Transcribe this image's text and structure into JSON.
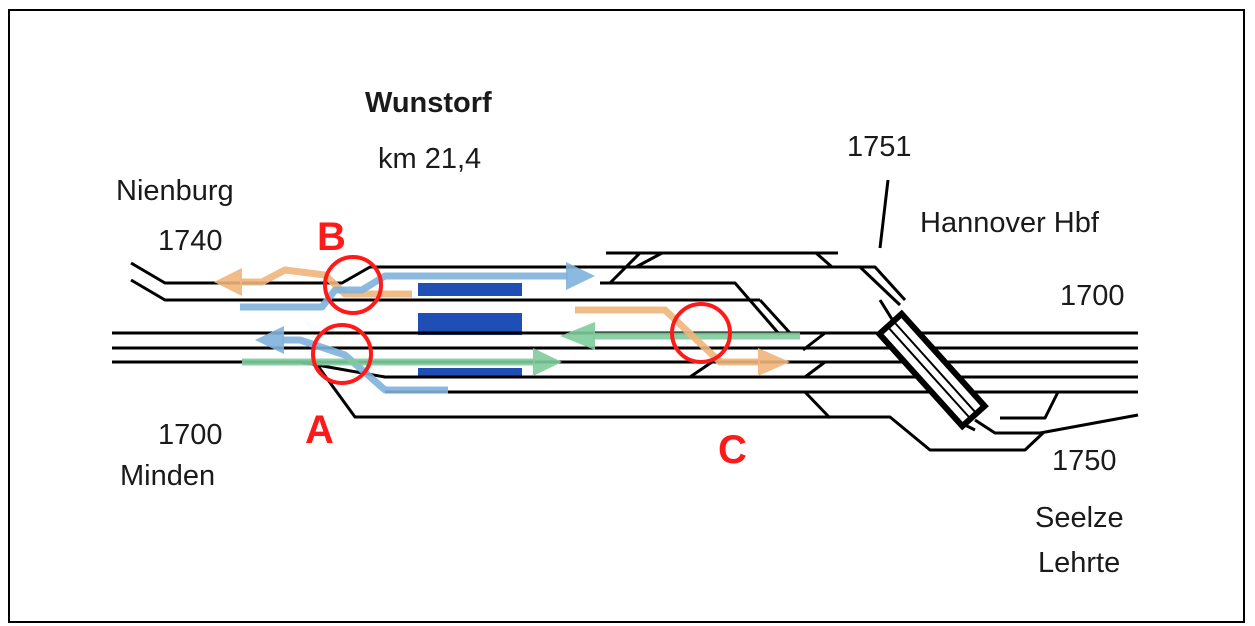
{
  "title": "Wunstorf",
  "subtitle": "km 21,4",
  "labels": {
    "nienburg": "Nienburg",
    "line_1740": "1740",
    "line_1751": "1751",
    "hannover": "Hannover Hbf",
    "line_1700_right": "1700",
    "line_1700_left": "1700",
    "minden": "Minden",
    "line_1750": "1750",
    "seelze": "Seelze",
    "lehrte": "Lehrte"
  },
  "markers": {
    "a": "A",
    "b": "B",
    "c": "C"
  },
  "colors": {
    "track": "#000000",
    "platform": "#1f4fb4",
    "route_orange": "#efb57a",
    "route_blue": "#7fb1dc",
    "route_green": "#7fcb9c",
    "marker_red": "#ff1a1a"
  }
}
